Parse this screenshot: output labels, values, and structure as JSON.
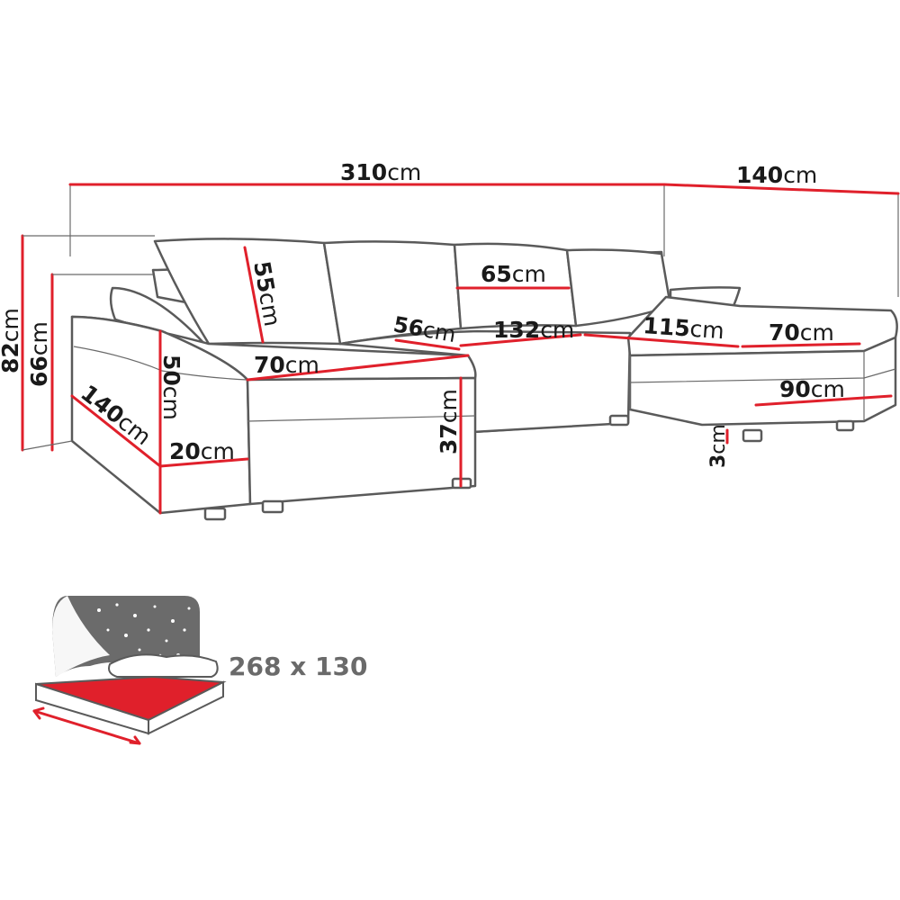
{
  "unit": "cm",
  "dimensions": {
    "total_width": "310",
    "chaise_depth_right": "140",
    "total_height": "82",
    "backrest_height": "66",
    "armrest_height": "50",
    "chaise_length_left": "140",
    "arm_width": "20",
    "backrest_cushion": "55",
    "seat_depth_left": "70",
    "seat_height": "37",
    "corner_depth": "56",
    "pillow_width": "65",
    "middle_seat_width": "132",
    "right_section": "115",
    "right_seat_depth": "70",
    "right_front_width": "90",
    "leg_height": "3"
  },
  "bed": {
    "size_label": "268 x 130"
  },
  "colors": {
    "outline": "#5a5a5a",
    "dimension_line": "#e0202b",
    "bed_surface": "#e0202b",
    "night_sky": "#6b6b6b"
  }
}
